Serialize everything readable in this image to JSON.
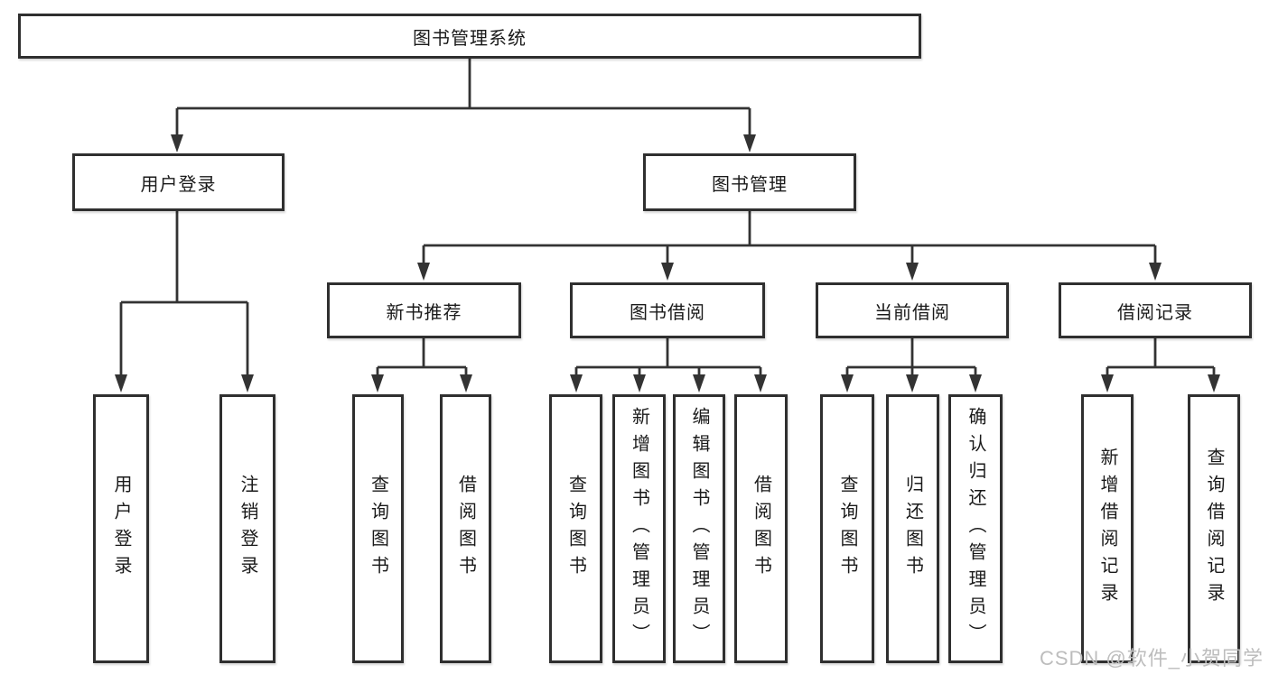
{
  "colors": {
    "line": "#333333",
    "box_border": "#2f2f2f",
    "background": "#ffffff",
    "text": "#1a1a1a",
    "watermark_text": "#bdbdbd"
  },
  "tree": {
    "label": "图书管理系统",
    "children": [
      {
        "label": "用户登录",
        "children": [
          {
            "label": "用户登录"
          },
          {
            "label": "注销登录"
          }
        ]
      },
      {
        "label": "图书管理",
        "children": [
          {
            "label": "新书推荐",
            "children": [
              {
                "label": "查询图书"
              },
              {
                "label": "借阅图书"
              }
            ]
          },
          {
            "label": "图书借阅",
            "children": [
              {
                "label": "查询图书"
              },
              {
                "label": "新增图书（管理员）"
              },
              {
                "label": "编辑图书（管理员）"
              },
              {
                "label": "借阅图书"
              }
            ]
          },
          {
            "label": "当前借阅",
            "children": [
              {
                "label": "查询图书"
              },
              {
                "label": "归还图书"
              },
              {
                "label": "确认归还（管理员）"
              }
            ]
          },
          {
            "label": "借阅记录",
            "children": [
              {
                "label": "新增借阅记录"
              },
              {
                "label": "查询借阅记录"
              }
            ]
          }
        ]
      }
    ]
  },
  "watermark": {
    "text": "CSDN @软件_小贺同学"
  }
}
